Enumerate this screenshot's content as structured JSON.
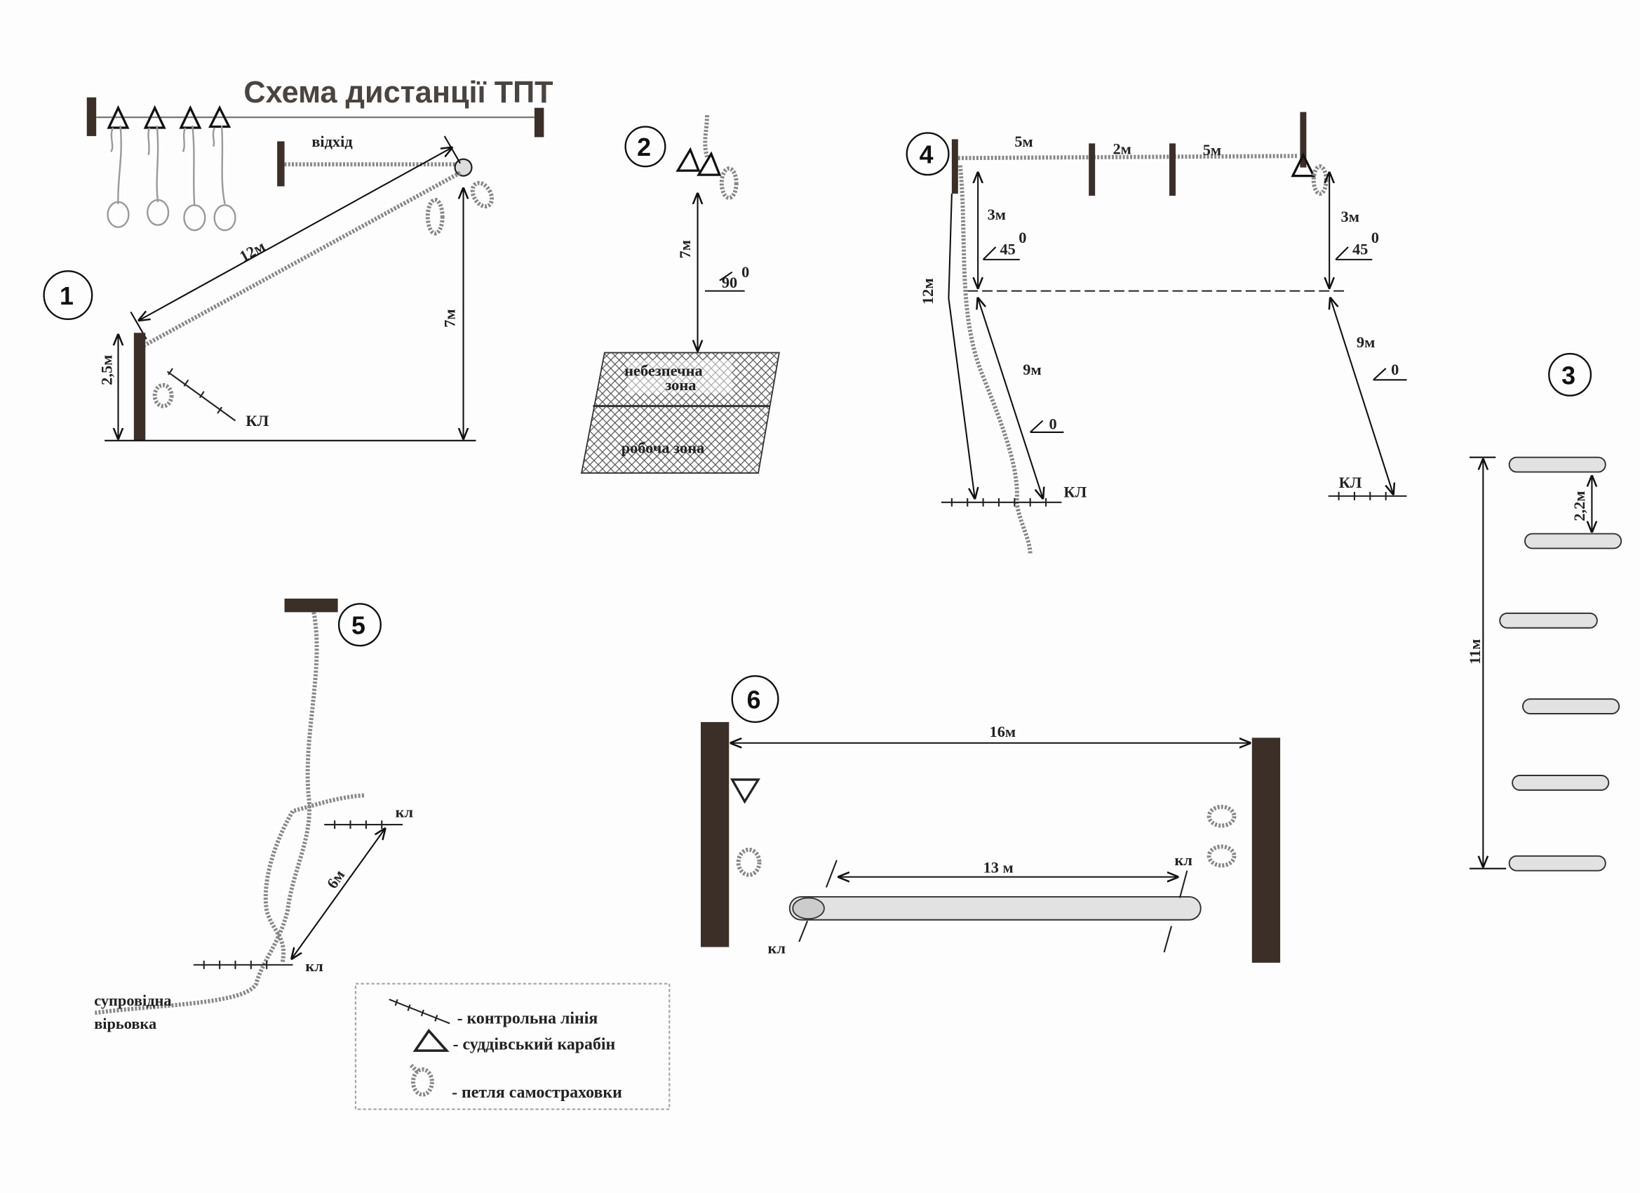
{
  "title": "Схема дистанції ТПТ",
  "stage_numbers": {
    "s1": "1",
    "s2": "2",
    "s3": "3",
    "s4": "4",
    "s5": "5",
    "s6": "6"
  },
  "stage1": {
    "retreat": "відхід",
    "len_12": "12м",
    "height_7": "7м",
    "height_2_5": "2,5м",
    "kl": "КЛ"
  },
  "stage2": {
    "len_7": "7м",
    "angle": "90",
    "deg": "0",
    "danger_1": "небезпечна",
    "danger_2": "зона",
    "work": "робоча зона"
  },
  "stage4": {
    "seg1": "5м",
    "seg2": "2м",
    "seg3": "5м",
    "left_3": "3м",
    "right_3": "3м",
    "left_angle": "45",
    "right_angle": "45",
    "deg": "0",
    "rope_12": "12м",
    "left_9": "9м",
    "right_9": "9м",
    "left_angle0": "0",
    "right_angle0": "0",
    "left_kl": "КЛ",
    "right_kl": "КЛ"
  },
  "stage3": {
    "step": "2,2м",
    "total": "11м"
  },
  "stage5": {
    "kl_top": "кл",
    "kl_bottom": "кл",
    "len_6": "6м",
    "support_1": "супровідна",
    "support_2": "вірьовка"
  },
  "stage6": {
    "len_16": "16м",
    "len_13": "13 м",
    "kl_right": "кл",
    "kl_left": "кл"
  },
  "legend": {
    "control_line": "- контрольна лінія",
    "judge_carabiner": "- суддівський карабін",
    "self_belay_loop": "- петля самостраховки"
  }
}
